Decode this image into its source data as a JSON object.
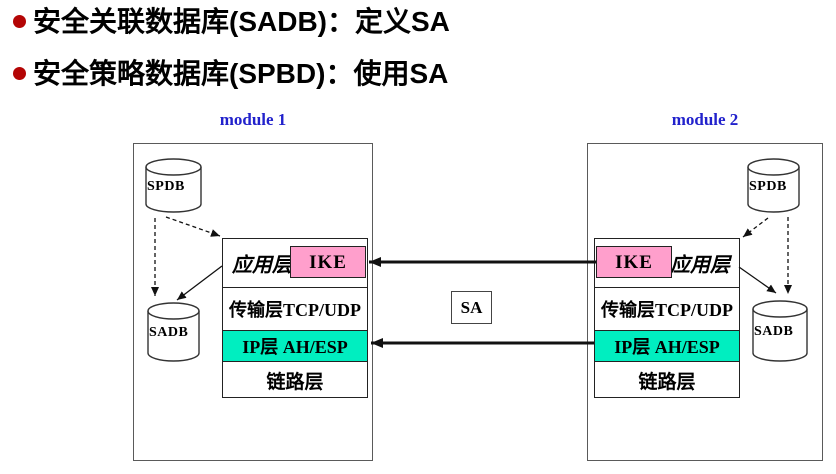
{
  "slide": {
    "bullets": [
      {
        "text": "安全关联数据库(SADB)：定义SA"
      },
      {
        "text": "安全策略数据库(SPBD)：使用SA"
      }
    ],
    "bullet_color": "#b40505"
  },
  "diagram": {
    "sa_label": "SA",
    "colors": {
      "ike_fill": "#ff9fcc",
      "ip_layer_fill": "#00eec0",
      "module_label_blue": "#2222cc"
    },
    "modules": [
      {
        "name": "module 1",
        "spdb_label": "SPDB",
        "sadb_label": "SADB",
        "layers": {
          "app": "应用层",
          "ike": "IKE",
          "transport": "传输层TCP/UDP",
          "ip": "IP层 AH/ESP",
          "link": "链路层"
        }
      },
      {
        "name": "module 2",
        "spdb_label": "SPDB",
        "sadb_label": "SADB",
        "layers": {
          "app": "应用层",
          "ike": "IKE",
          "transport": "传输层TCP/UDP",
          "ip": "IP层 AH/ESP",
          "link": "链路层"
        }
      }
    ]
  }
}
